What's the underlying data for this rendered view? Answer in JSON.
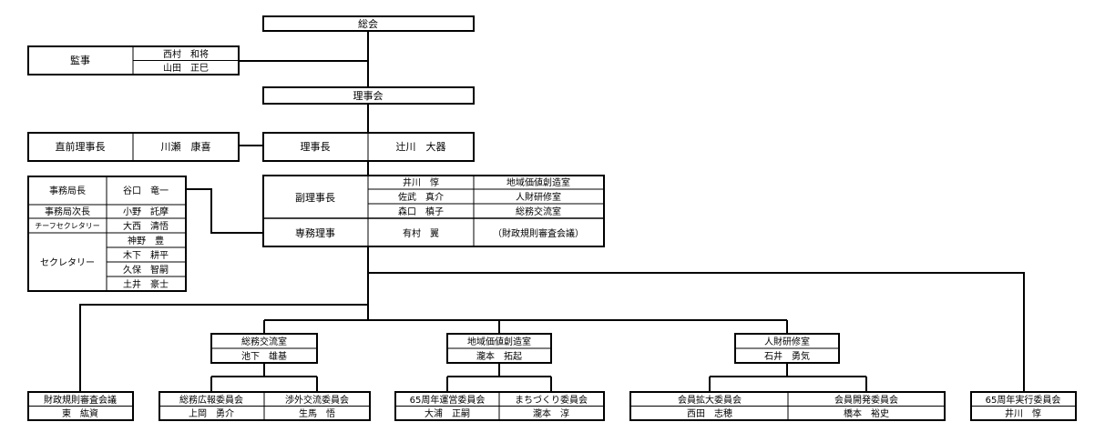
{
  "general_assembly": "総会",
  "auditor": {
    "title": "監事",
    "members": [
      "西村　和将",
      "山田　正巳"
    ]
  },
  "board": "理事会",
  "past_president": {
    "title": "直前理事長",
    "name": "川瀬　康喜"
  },
  "president": {
    "title": "理事長",
    "name": "辻川　大器"
  },
  "secretariat": {
    "chief": {
      "title": "事務局長",
      "name": "谷口　竜一"
    },
    "deputy": {
      "title": "事務局次長",
      "name": "小野　託摩"
    },
    "chief_secretary": {
      "title": "チーフセクレタリー",
      "name": "大西　清悟"
    },
    "secretaries": {
      "title": "セクレタリー",
      "names": [
        "神野　豊",
        "木下　耕平",
        "久保　智嗣",
        "土井　豪士"
      ]
    }
  },
  "vice_presidents": {
    "title": "副理事長",
    "rows": [
      {
        "name": "井川　惇",
        "office": "地域価値創造室"
      },
      {
        "name": "佐武　真介",
        "office": "人財研修室"
      },
      {
        "name": "森口　槙子",
        "office": "総務交流室"
      }
    ]
  },
  "executive_director": {
    "title": "専務理事",
    "name": "有村　翼",
    "note": "（財政規則審査会議）"
  },
  "offices": [
    {
      "name": "総務交流室",
      "head": "池下　雄基",
      "committees": [
        {
          "name": "総務広報委員会",
          "chair": "上岡　勇介"
        },
        {
          "name": "渉外交流委員会",
          "chair": "生馬　悟"
        }
      ]
    },
    {
      "name": "地域価値創造室",
      "head": "瀧本　拓起",
      "committees": [
        {
          "name": "65周年運営委員会",
          "chair": "大浦　正嗣"
        },
        {
          "name": "まちづくり委員会",
          "chair": "瀧本　淳"
        }
      ]
    },
    {
      "name": "人財研修室",
      "head": "石井　勇気",
      "committees": [
        {
          "name": "会員拡大委員会",
          "chair": "西田　志穂"
        },
        {
          "name": "会員開発委員会",
          "chair": "橋本　裕史"
        }
      ]
    }
  ],
  "finance_council": {
    "name": "財政規則審査会議",
    "chair": "東　紘資"
  },
  "anniversary_committee": {
    "name": "65周年実行委員会",
    "chair": "井川　惇"
  }
}
